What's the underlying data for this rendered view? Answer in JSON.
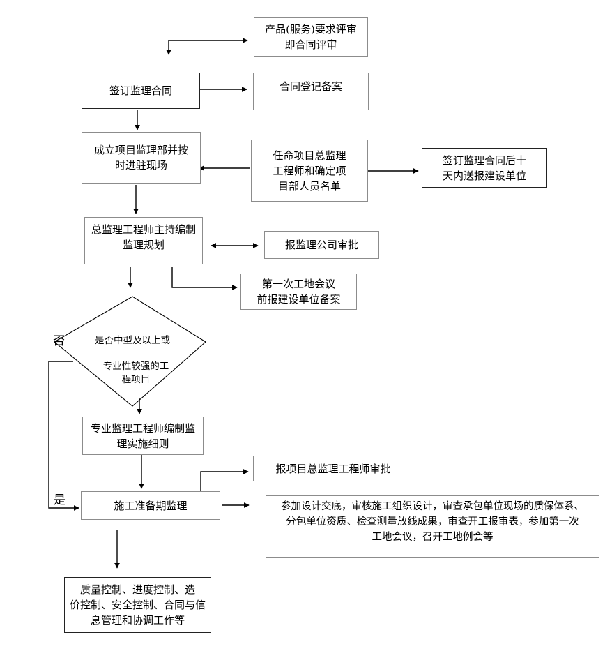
{
  "nodes": {
    "product_review": "产品(服务)要求评审\n即合同评审",
    "sign_contract": "签订监理合同",
    "contract_registration": "合同登记备案",
    "establish_dept": "成立项目监理部并按\n时进驻现场",
    "appoint_chief": "任命项目总监理\n工程师和确定项\n目部人员名单",
    "send_within_10_days": "签订监理合同后十\n天内送报建设单位",
    "chief_planning": "总监理工程师主持编制\n监理规划",
    "report_company": "报监理公司审批",
    "first_meeting_filing": "第一次工地会议\n前报建设单位备案",
    "decision_line1": "是否中型及以上或",
    "decision_line2": "专业性较强的工",
    "decision_line3": "程项目",
    "specialist_rules": "专业监理工程师编制监\n理实施细则",
    "report_chief": "报项目总监理工程师审批",
    "preparation_supervision": "施工准备期监理",
    "preparation_details": "参加设计交底，审核施工组织设计，审查承包单位现场的质保体系、\n分包单位资质、检查测量放线成果，审查开工报审表，参加第一次\n工地会议，召开工地例会等",
    "controls": "质量控制、进度控制、造\n价控制、安全控制、合同与信\n息管理和协调工作等"
  },
  "labels": {
    "no": "否",
    "yes": "是"
  }
}
